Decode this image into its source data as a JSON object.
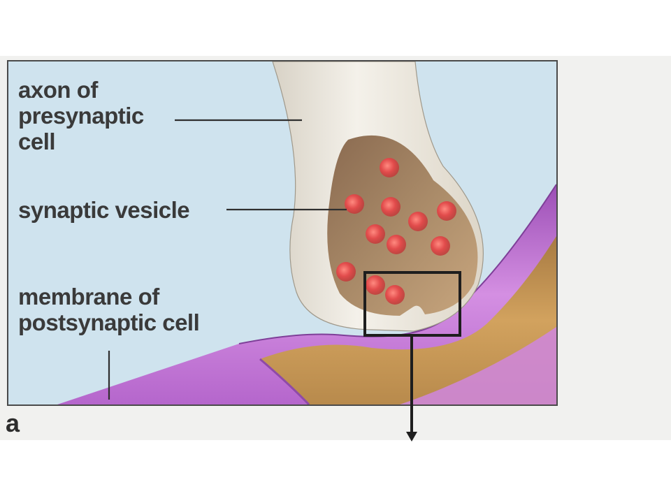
{
  "labels": {
    "axon": [
      "axon of",
      "presynaptic",
      "cell"
    ],
    "vesicle": "synaptic vesicle",
    "membrane": [
      "membrane of",
      "postsynaptic cell"
    ]
  },
  "figure_letter": "a",
  "colors": {
    "background": "#cfe3ee",
    "axon_wall": "#ebe7dd",
    "terminal_interior": "#9e7d5e",
    "vesicle": "#e04a4a",
    "postsynaptic_membrane": "#c978d8",
    "postsynaptic_cytoplasm": "#c7944a"
  }
}
